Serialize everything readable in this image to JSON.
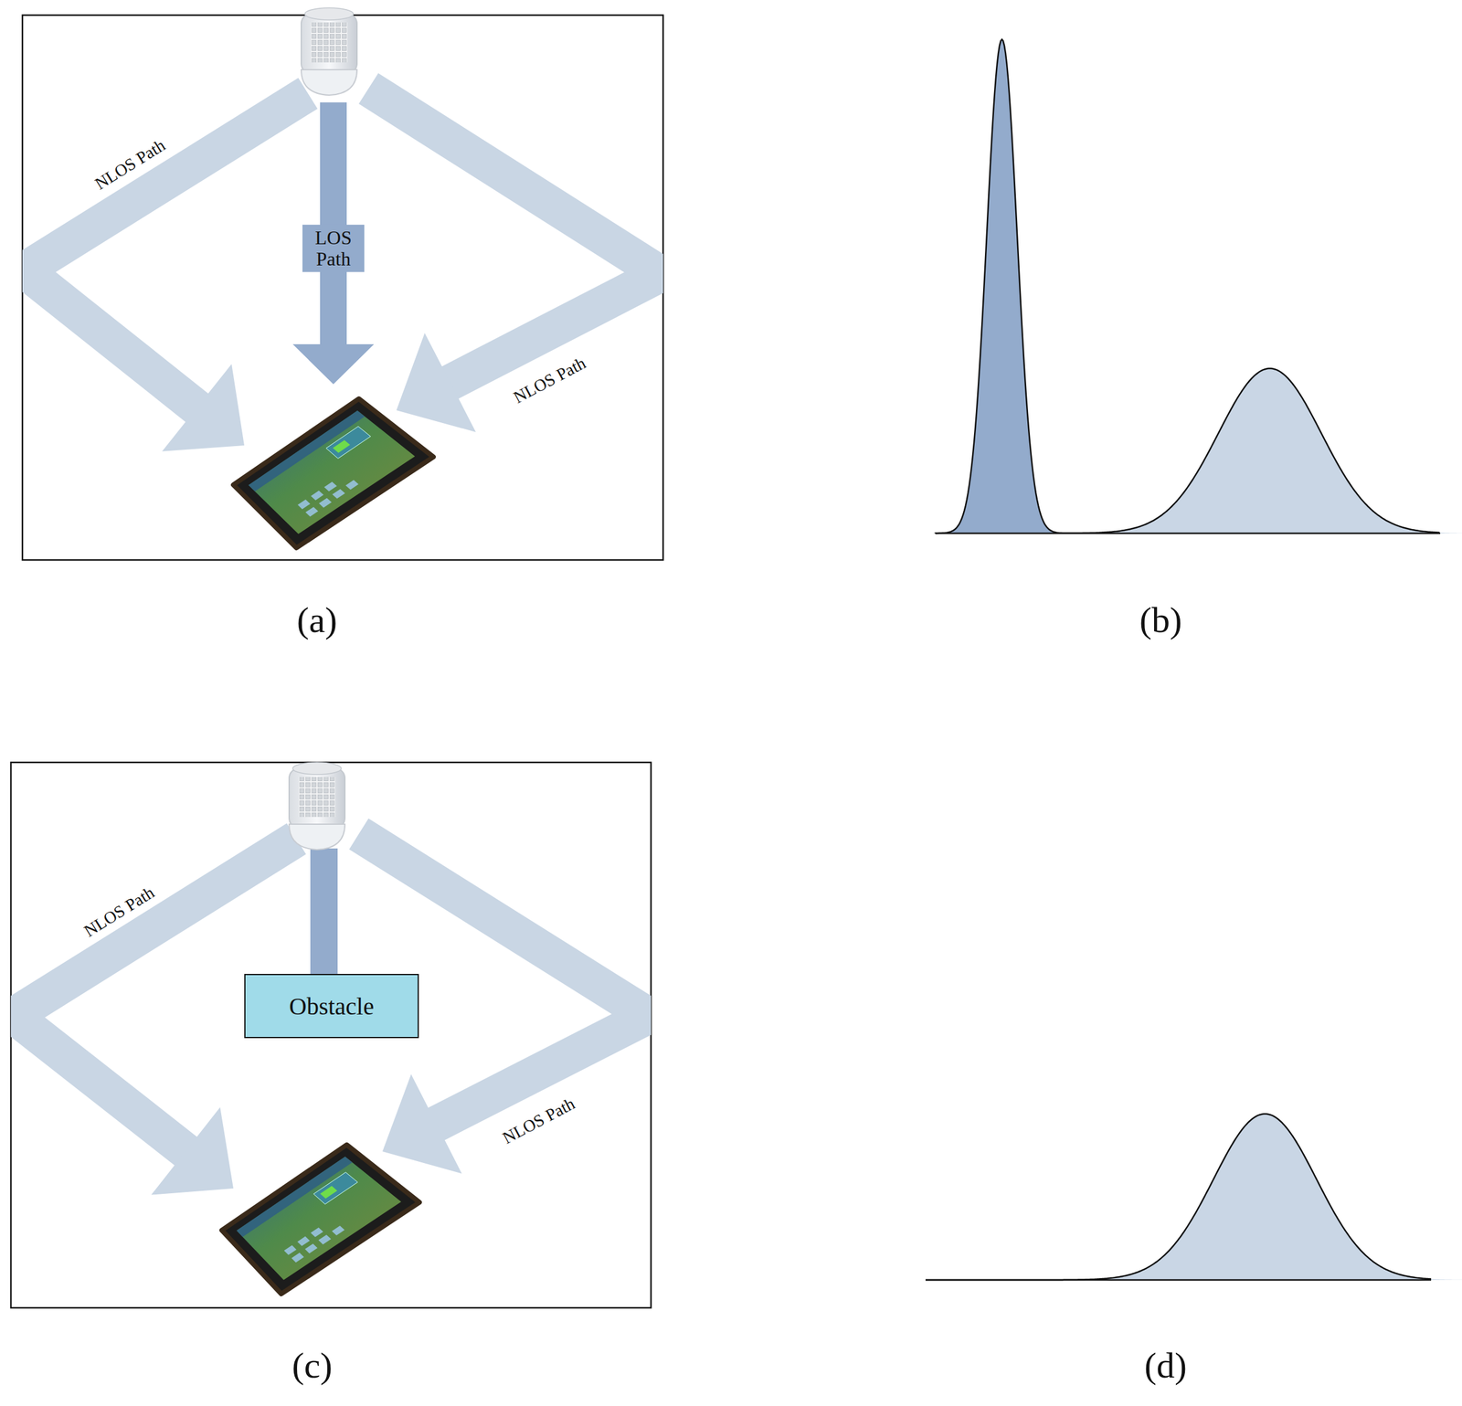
{
  "diagram": {
    "nodes": [
      {
        "text": [
          "Obstacle"
        ]
      }
    ],
    "labels": [
      "NLOS Path",
      "LOS Path",
      "NLOS Path",
      "(a)",
      "(b)",
      "NLOS Path",
      "NLOS Path",
      "(c)",
      "(d)"
    ]
  }
}
